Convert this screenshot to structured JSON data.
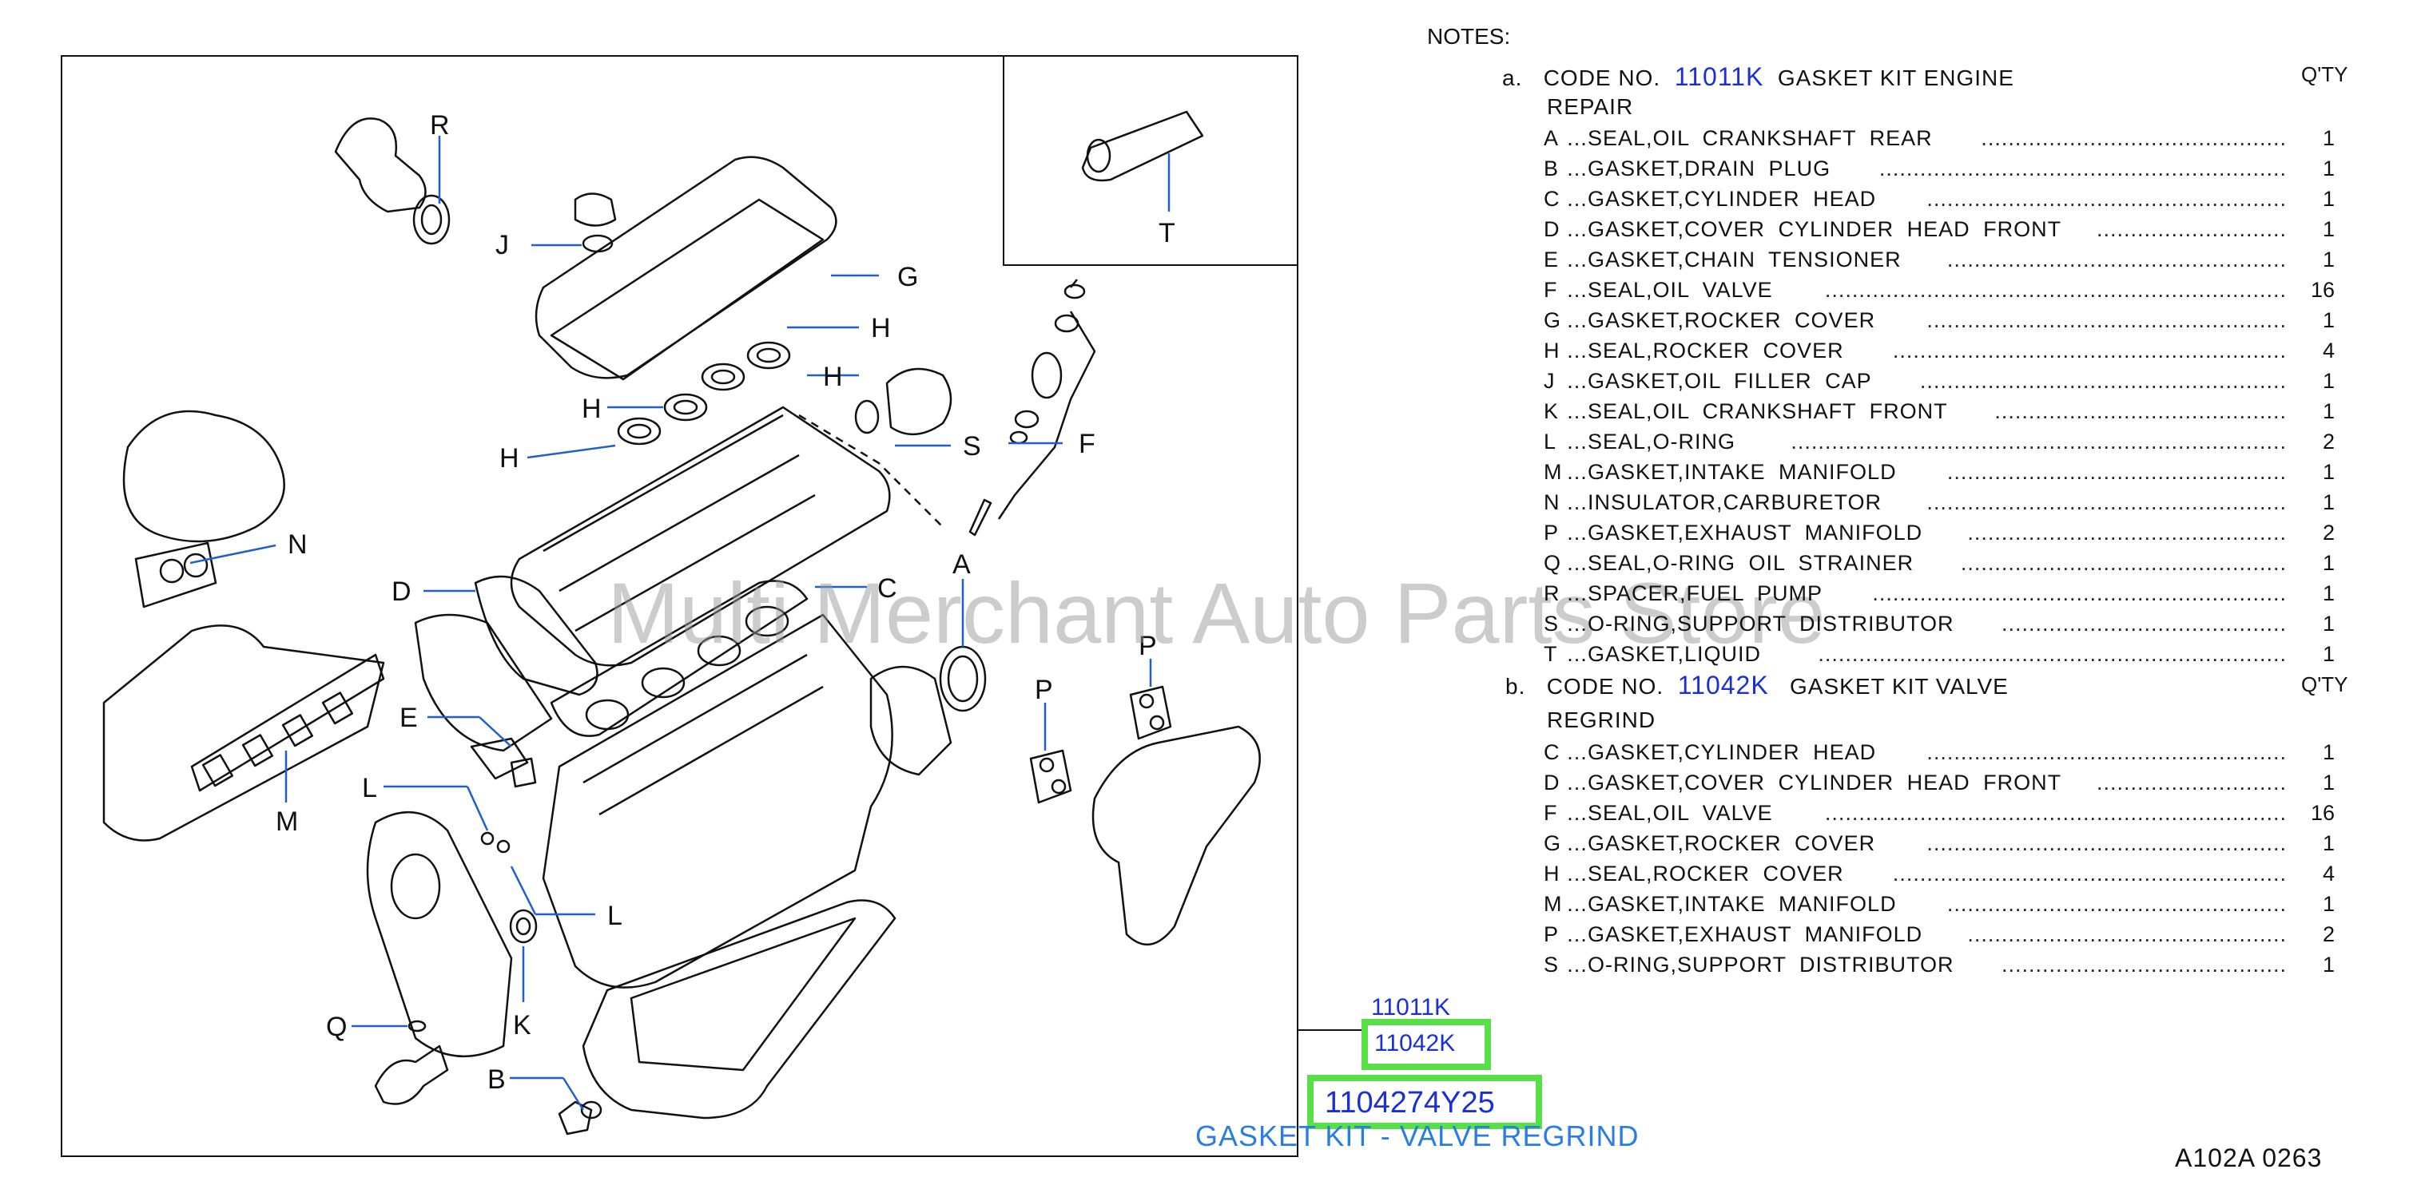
{
  "notes_title": "NOTES:",
  "qty_header": "Q'TY",
  "kits": [
    {
      "label": "a.",
      "code_prefix": "CODE NO.",
      "code": "11011K",
      "name": "GASKET KIT ENGINE",
      "name_cont": "REPAIR",
      "items": [
        {
          "letter": "A",
          "name": "SEAL,OIL CRANKSHAFT REAR",
          "qty": "1"
        },
        {
          "letter": "B",
          "name": "GASKET,DRAIN PLUG",
          "qty": "1"
        },
        {
          "letter": "C",
          "name": "GASKET,CYLINDER HEAD",
          "qty": "1"
        },
        {
          "letter": "D",
          "name": "GASKET,COVER CYLINDER HEAD FRONT",
          "qty": "1"
        },
        {
          "letter": "E",
          "name": "GASKET,CHAIN TENSIONER",
          "qty": "1"
        },
        {
          "letter": "F",
          "name": "SEAL,OIL VALVE",
          "qty": "16"
        },
        {
          "letter": "G",
          "name": "GASKET,ROCKER COVER",
          "qty": "1"
        },
        {
          "letter": "H",
          "name": "SEAL,ROCKER COVER",
          "qty": "4"
        },
        {
          "letter": "J",
          "name": "GASKET,OIL FILLER CAP",
          "qty": "1"
        },
        {
          "letter": "K",
          "name": "SEAL,OIL CRANKSHAFT FRONT",
          "qty": "1"
        },
        {
          "letter": "L",
          "name": "SEAL,O-RING",
          "qty": "2"
        },
        {
          "letter": "M",
          "name": "GASKET,INTAKE MANIFOLD",
          "qty": "1"
        },
        {
          "letter": "N",
          "name": "INSULATOR,CARBURETOR",
          "qty": "1"
        },
        {
          "letter": "P",
          "name": "GASKET,EXHAUST MANIFOLD",
          "qty": "2"
        },
        {
          "letter": "Q",
          "name": "SEAL,O-RING OIL STRAINER",
          "qty": "1"
        },
        {
          "letter": "R",
          "name": "SPACER,FUEL PUMP",
          "qty": "1"
        },
        {
          "letter": "S",
          "name": "O-RING,SUPPORT DISTRIBUTOR",
          "qty": "1"
        },
        {
          "letter": "T",
          "name": "GASKET,LIQUID",
          "qty": "1"
        }
      ]
    },
    {
      "label": "b.",
      "code_prefix": "CODE NO.",
      "code": "11042K",
      "name": "GASKET KIT VALVE",
      "name_cont": "REGRIND",
      "items": [
        {
          "letter": "C",
          "name": "GASKET,CYLINDER HEAD",
          "qty": "1"
        },
        {
          "letter": "D",
          "name": "GASKET,COVER CYLINDER HEAD FRONT",
          "qty": "1"
        },
        {
          "letter": "F",
          "name": "SEAL,OIL VALVE",
          "qty": "16"
        },
        {
          "letter": "G",
          "name": "GASKET,ROCKER COVER",
          "qty": "1"
        },
        {
          "letter": "H",
          "name": "SEAL,ROCKER COVER",
          "qty": "4"
        },
        {
          "letter": "M",
          "name": "GASKET,INTAKE MANIFOLD",
          "qty": "1"
        },
        {
          "letter": "P",
          "name": "GASKET,EXHAUST MANIFOLD",
          "qty": "2"
        },
        {
          "letter": "S",
          "name": "O-RING,SUPPORT DISTRIBUTOR",
          "qty": "1"
        }
      ]
    }
  ],
  "diagram_labels": {
    "R": "R",
    "J": "J",
    "G": "G",
    "H": "H",
    "S": "S",
    "F": "F",
    "N": "N",
    "D": "D",
    "C": "C",
    "A": "A",
    "P": "P",
    "E": "E",
    "M": "M",
    "L": "L",
    "K": "K",
    "Q": "Q",
    "B": "B",
    "T": "T"
  },
  "callouts": {
    "code_engine": "11011K",
    "code_valve": "11042K",
    "part_number": "1104274Y25",
    "caption": "GASKET KIT - VALVE REGRIND"
  },
  "watermark": "Multi Merchant Auto Parts Store",
  "ref_code": "A102A  0263",
  "colors": {
    "code_blue": "#1a2fd6",
    "leader_blue": "#1f5fd0",
    "highlight_green": "#57e04a",
    "caption_blue": "#2a7de1"
  }
}
